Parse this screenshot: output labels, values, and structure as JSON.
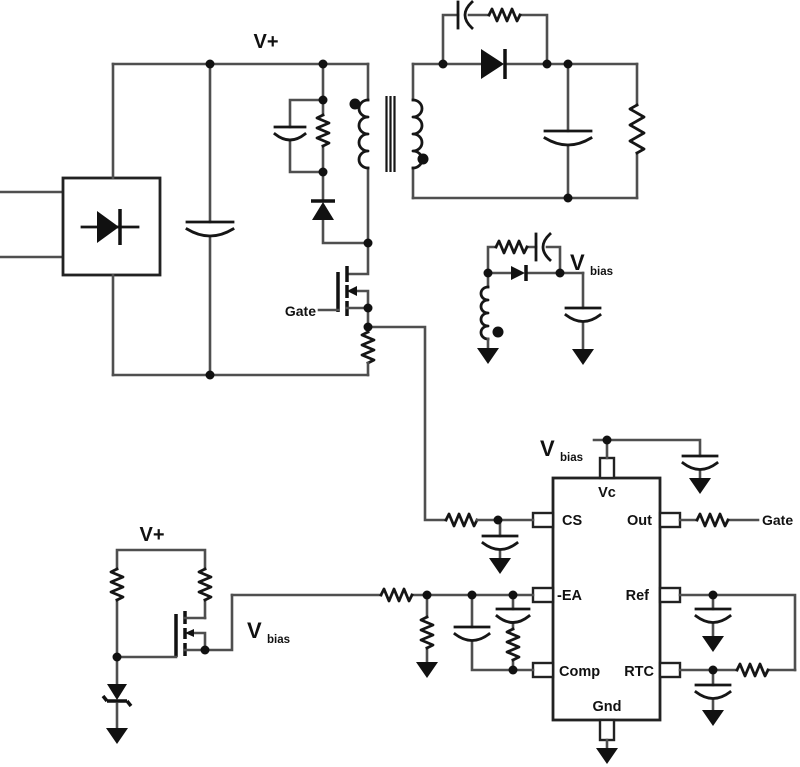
{
  "diagram": {
    "type": "circuit-schematic",
    "description": "Offline flyback power supply with current-mode PWM controller IC, RCD clamp, output rectifier, bias winding supply and zener-referenced startup source follower",
    "colors": {
      "background": "#ffffff",
      "wire": "#4f4f4f",
      "component": "#111111",
      "text": "#111111"
    }
  },
  "labels": {
    "v_plus": "V+",
    "gate": "Gate",
    "vbias": {
      "main": "V",
      "sub": "bias"
    }
  },
  "ic": {
    "pins": {
      "vc": "Vc",
      "cs": "CS",
      "out": "Out",
      "neg_ea": "-EA",
      "ref": "Ref",
      "comp": "Comp",
      "rtc": "RTC",
      "gnd": "Gnd"
    }
  }
}
